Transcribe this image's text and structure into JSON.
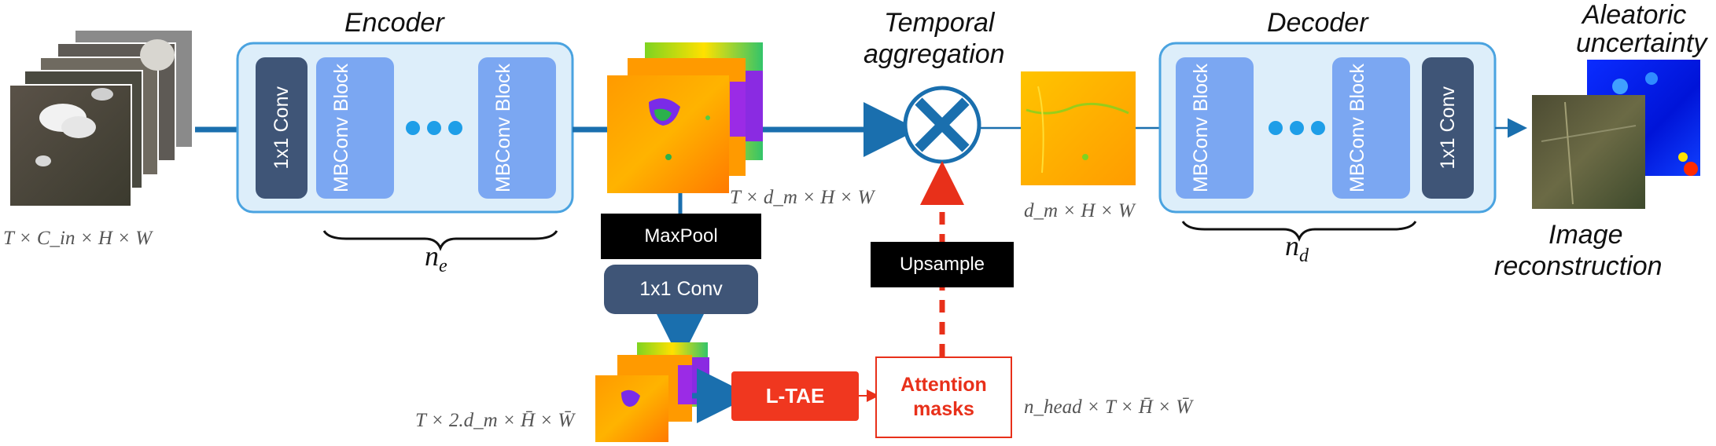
{
  "encoder": {
    "title": "Encoder",
    "conv_label": "1x1 Conv",
    "mbconv_label": "MBConv Block",
    "repeat_label": "n",
    "repeat_sub": "e"
  },
  "decoder": {
    "title": "Decoder",
    "conv_label": "1x1 Conv",
    "mbconv_label": "MBConv Block",
    "repeat_label": "n",
    "repeat_sub": "d"
  },
  "temporal": {
    "title_line1": "Temporal",
    "title_line2": "aggregation"
  },
  "branch": {
    "maxpool": "MaxPool",
    "conv": "1x1 Conv",
    "ltae": "L-TAE",
    "attention_line1": "Attention",
    "attention_line2": "masks",
    "upsample": "Upsample"
  },
  "outputs": {
    "aleatoric_line1": "Aleatoric",
    "aleatoric_line2": "uncertainty",
    "recon_line1": "Image",
    "recon_line2": "reconstruction"
  },
  "dims": {
    "input": "T × C_in × H × W",
    "features": "T × d_m × H × W",
    "aggregated": "d_m × H × W",
    "pooled": "T × 2.d_m × H̄ × W̄",
    "attention": "n_head × T × H̄ × W̄"
  },
  "colors": {
    "arrow": "#1a6fae",
    "block_fill": "#ddeefa",
    "block_border": "#4aa3e0",
    "conv_dark": "#3f5577",
    "mbconv": "#7ba7f2",
    "ltae_red": "#f0371f",
    "attention_red": "#e8301a",
    "black_label": "#000000"
  }
}
